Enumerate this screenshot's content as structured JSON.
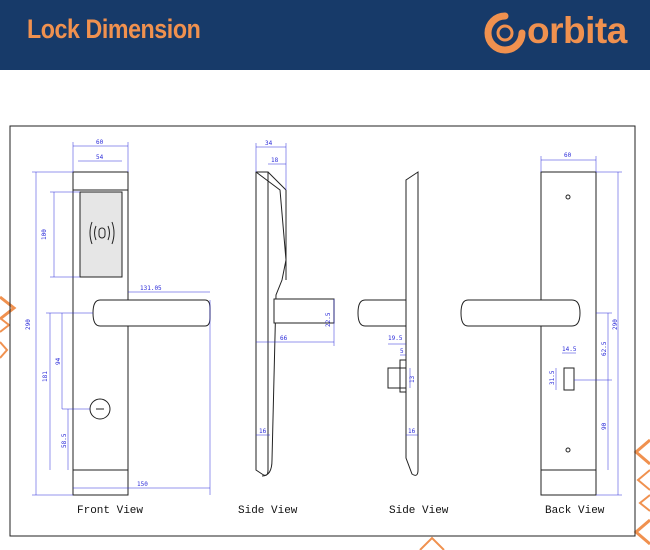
{
  "header": {
    "title": "Lock Dimension",
    "logo_text": "orbita",
    "background_color": "#173a69",
    "accent_color": "#f0914f"
  },
  "views": {
    "front": "Front View",
    "side1": "Side View",
    "side2": "Side View",
    "back": "Back View"
  },
  "dimensions": {
    "front": {
      "width_top": "60",
      "width_reader": "54",
      "height_reader": "100",
      "height_total": "290",
      "handle_length": "131.05",
      "lower_height": "181",
      "handle_to_key": "94",
      "key_from_bottom": "58.5",
      "total_width": "150"
    },
    "side1": {
      "depth_top": "34",
      "depth_reader": "18",
      "handle_thickness": "22.5",
      "handle_projection": "66",
      "plate_thickness_bottom": "16"
    },
    "side2": {
      "cylinder_offset": "19.5",
      "cylinder_small": "5",
      "cylinder_height": "13",
      "plate_thickness_bottom": "16"
    },
    "back": {
      "width_top": "60",
      "height_total": "290",
      "upper_height": "62.5",
      "turn_width": "14.5",
      "turn_height": "31.5",
      "lower_height": "90"
    }
  }
}
